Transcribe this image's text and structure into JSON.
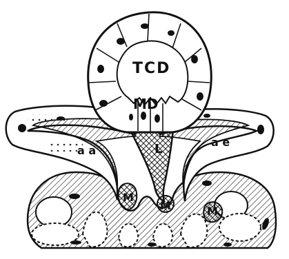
{
  "labels": {
    "tcd": "TCD",
    "md": "MD",
    "l": "L",
    "aa": "a a",
    "ae": "a e",
    "m_left": "M",
    "m_center": "M",
    "m_right": "M"
  }
}
